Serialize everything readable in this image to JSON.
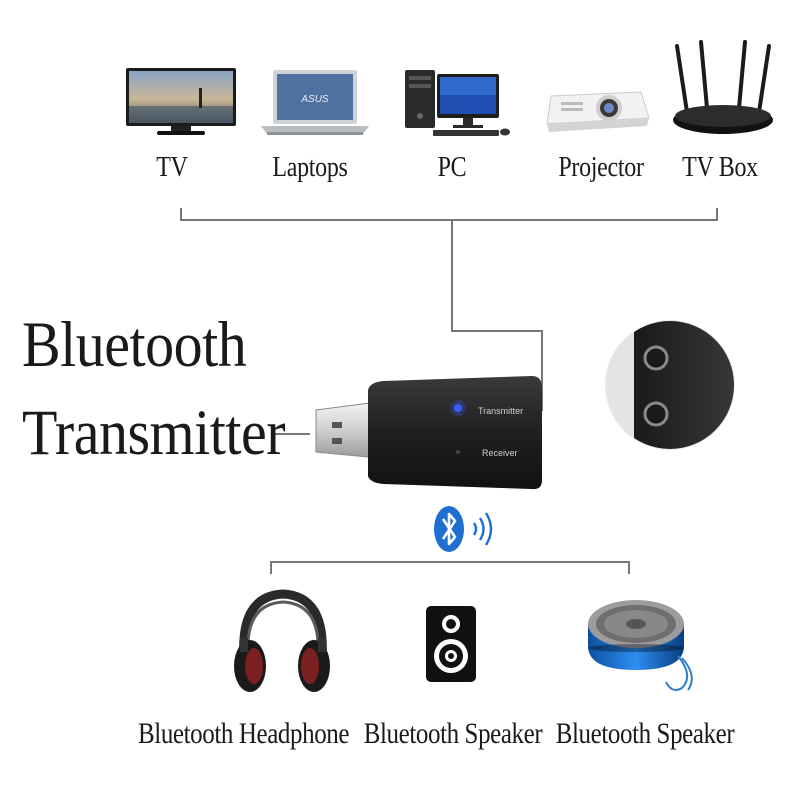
{
  "top_devices": [
    {
      "id": "tv",
      "label": "TV",
      "icon": "tv-icon"
    },
    {
      "id": "laptops",
      "label": "Laptops",
      "icon": "laptop-icon"
    },
    {
      "id": "pc",
      "label": "PC",
      "icon": "desktop-pc-icon"
    },
    {
      "id": "projector",
      "label": "Projector",
      "icon": "projector-icon"
    },
    {
      "id": "tvbox",
      "label": "TV Box",
      "icon": "router-icon"
    }
  ],
  "laptop_brand": "ASUS",
  "title": {
    "line1": "Bluetooth",
    "line2": "Transmitter"
  },
  "dongle": {
    "transmitter_label": "Transmitter",
    "receiver_label": "Receiver",
    "led_color": "#3a5bff"
  },
  "bluetooth_icon": "bluetooth-icon",
  "bottom_devices": [
    {
      "id": "headphone",
      "label": "Bluetooth Headphone",
      "icon": "headphone-icon"
    },
    {
      "id": "speaker1",
      "label": "Bluetooth Speaker",
      "icon": "speaker-icon"
    },
    {
      "id": "speaker2",
      "label": "Bluetooth Speaker",
      "icon": "portable-speaker-icon"
    }
  ],
  "colors": {
    "accent_blue": "#1f6fd1",
    "line": "#777777",
    "device_dark": "#2a2a2a"
  }
}
